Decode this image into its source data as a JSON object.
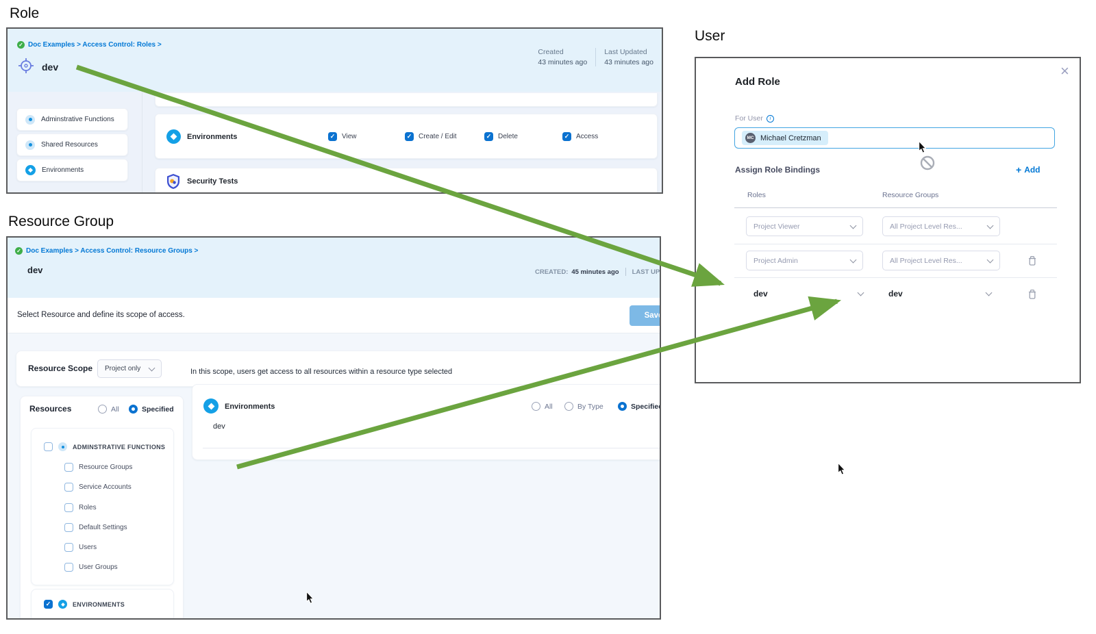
{
  "headings": {
    "role": "Role",
    "resource_group": "Resource Group",
    "user": "User"
  },
  "colors": {
    "accent_blue": "#0278D5",
    "arrow_green": "#6BA43F",
    "panel_header_bg": "#E4F2FB",
    "save_button_blue": "#7DB9E6"
  },
  "role_panel": {
    "breadcrumb": "Doc Examples > Access Control: Roles >",
    "title": "dev",
    "created_label": "Created",
    "created_value": "43 minutes ago",
    "updated_label": "Last Updated",
    "updated_value": "43 minutes ago",
    "sidebar_items": [
      {
        "label": "Adminstrative Functions"
      },
      {
        "label": "Shared Resources"
      },
      {
        "label": "Environments"
      }
    ],
    "permission_row": {
      "resource": "Environments",
      "permissions": [
        {
          "label": "View",
          "checked": true
        },
        {
          "label": "Create / Edit",
          "checked": true
        },
        {
          "label": "Delete",
          "checked": true
        },
        {
          "label": "Access",
          "checked": true
        }
      ]
    },
    "next_row": {
      "resource": "Security Tests"
    }
  },
  "resource_group_panel": {
    "breadcrumb": "Doc Examples > Access Control: Resource Groups >",
    "title": "dev",
    "created_label": "CREATED:",
    "created_value": "45 minutes ago",
    "updated_label": "LAST UPD",
    "instruction": "Select Resource and define its scope of access.",
    "save_label": "Save",
    "resource_scope": {
      "label": "Resource Scope",
      "value": "Project only"
    },
    "resources": {
      "label": "Resources",
      "radio_all": "All",
      "radio_specified": "Specified",
      "selected": "Specified",
      "admin_group": {
        "label": "ADMINSTRATIVE FUNCTIONS",
        "checked": false,
        "children": [
          {
            "label": "Resource Groups"
          },
          {
            "label": "Service Accounts"
          },
          {
            "label": "Roles"
          },
          {
            "label": "Default Settings"
          },
          {
            "label": "Users"
          },
          {
            "label": "User Groups"
          }
        ]
      },
      "env_group": {
        "label": "ENVIRONMENTS",
        "checked": true
      }
    },
    "scope_note": "In this scope, users get access to all resources within a resource type selected",
    "environments_card": {
      "resource": "Environments",
      "radio_all": "All",
      "radio_by_type": "By Type",
      "radio_specified": "Specified",
      "selected": "Specified",
      "item": "dev"
    }
  },
  "user_dialog": {
    "title": "Add Role",
    "close_glyph": "×",
    "for_user_label": "For User",
    "info_glyph": "i",
    "user_chip": {
      "initials": "MC",
      "name": "Michael Cretzman"
    },
    "assign_label": "Assign Role Bindings",
    "add_plus": "+",
    "add_label": "Add",
    "columns": {
      "roles": "Roles",
      "resource_groups": "Resource Groups"
    },
    "bindings": [
      {
        "role": "Project Viewer",
        "resource_group": "All Project Level Res...",
        "deletable": false
      },
      {
        "role": "Project Admin",
        "resource_group": "All Project Level Res...",
        "deletable": true
      },
      {
        "role": "dev",
        "resource_group": "dev",
        "deletable": true
      }
    ]
  }
}
